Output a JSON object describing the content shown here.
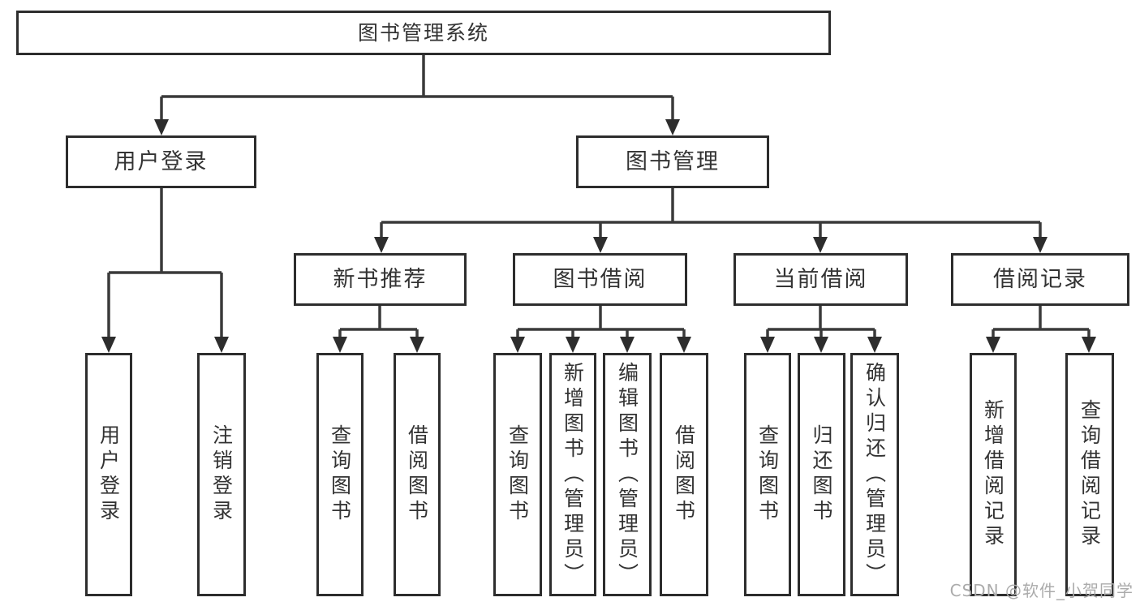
{
  "tree": {
    "root": {
      "label": "图书管理系统"
    },
    "branches": [
      {
        "label": "用户登录",
        "children": [
          {
            "label": "用户登录"
          },
          {
            "label": "注销登录"
          }
        ]
      },
      {
        "label": "图书管理",
        "groups": [
          {
            "label": "新书推荐",
            "children": [
              {
                "label": "查询图书"
              },
              {
                "label": "借阅图书"
              }
            ]
          },
          {
            "label": "图书借阅",
            "children": [
              {
                "label": "查询图书"
              },
              {
                "label": "新增图书（管理员）"
              },
              {
                "label": "编辑图书（管理员）"
              },
              {
                "label": "借阅图书"
              }
            ]
          },
          {
            "label": "当前借阅",
            "children": [
              {
                "label": "查询图书"
              },
              {
                "label": "归还图书"
              },
              {
                "label": "确认归还（管理员）"
              }
            ]
          },
          {
            "label": "借阅记录",
            "children": [
              {
                "label": "新增借阅记录"
              },
              {
                "label": "查询借阅记录"
              }
            ]
          }
        ]
      }
    ]
  },
  "watermark": {
    "text": "CSDN @软件_小贺同学"
  },
  "colors": {
    "line": "#3a3a3a",
    "border": "#2d2d2d",
    "text": "#333333",
    "watermark": "#ababab",
    "background": "#ffffff"
  }
}
